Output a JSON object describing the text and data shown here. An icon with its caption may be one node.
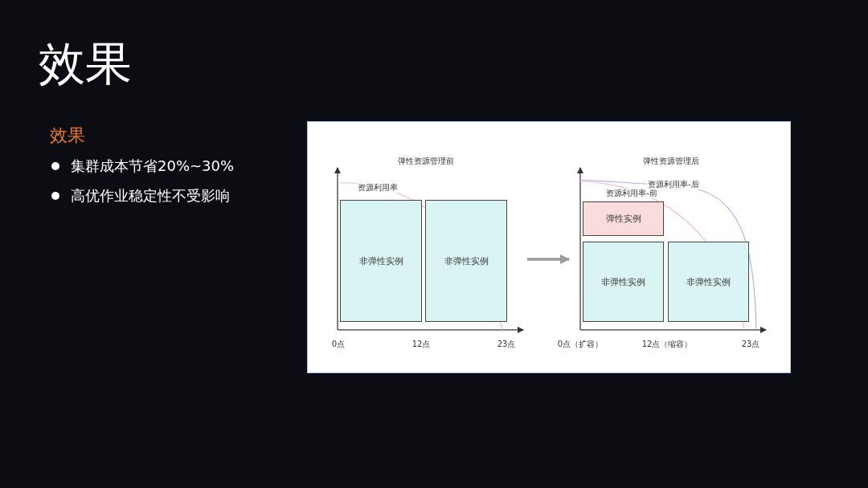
{
  "diagram": {
    "title": "效果",
    "nodes": [
      {
        "text": [
          "弹性资源管理前"
        ]
      },
      {
        "text": [
          "非弹性实例"
        ],
        "in": 0
      },
      {
        "text": [
          "非弹性实例"
        ],
        "in": 0
      },
      {
        "text": [
          "弹性资源管理后"
        ]
      },
      {
        "text": [
          "弹性实例"
        ],
        "in": 3
      },
      {
        "text": [
          "非弹性实例"
        ],
        "in": 3
      },
      {
        "text": [
          "非弹性实例"
        ],
        "in": 3
      }
    ],
    "edges": [
      {
        "from": 0,
        "to": 3,
        "arrow": "to"
      }
    ],
    "labels": [
      "效果",
      "集群成本节省20%~30%",
      "高优作业稳定性不受影响",
      "资源利用率",
      "0点",
      "12点",
      "23点",
      "资源利用率-前",
      "资源利用率-后",
      "0点（扩容）",
      "12点（缩容）",
      "23点"
    ]
  }
}
